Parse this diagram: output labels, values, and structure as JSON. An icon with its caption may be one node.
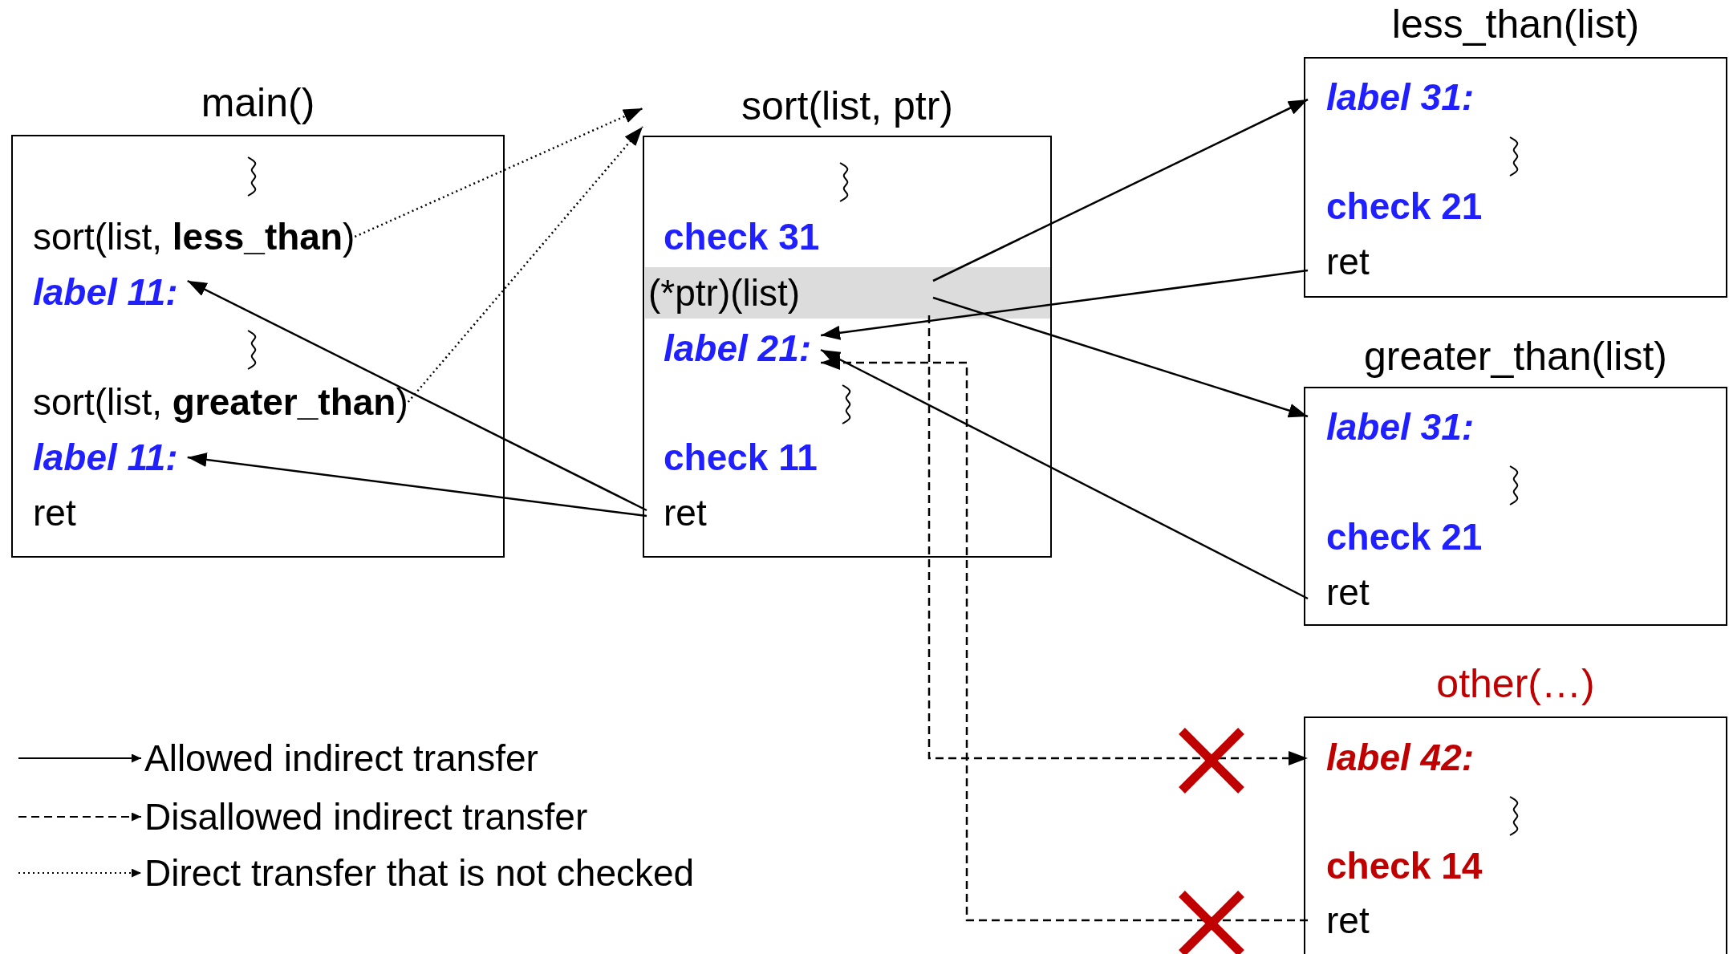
{
  "diagram": {
    "nodes": [
      {
        "text": [
          "main()"
        ]
      },
      {
        "text": [
          "sort(list, **less_than**)"
        ],
        "in": 0
      },
      {
        "text": [
          "label 11:"
        ],
        "in": 0
      },
      {
        "text": [
          "sort(list, **greater_than**)"
        ],
        "in": 0
      },
      {
        "text": [
          "label 11:"
        ],
        "in": 0
      },
      {
        "text": [
          "ret"
        ],
        "in": 0
      },
      {
        "text": [
          "sort(list, ptr)"
        ]
      },
      {
        "text": [
          "check 31"
        ],
        "in": 6
      },
      {
        "text": [
          "(*ptr)(list)"
        ],
        "in": 6
      },
      {
        "text": [
          "label 21:"
        ],
        "in": 6
      },
      {
        "text": [
          "check 11"
        ],
        "in": 6
      },
      {
        "text": [
          "ret"
        ],
        "in": 6
      },
      {
        "text": [
          "less_than(list)"
        ]
      },
      {
        "text": [
          "label 31:"
        ],
        "in": 12
      },
      {
        "text": [
          "check 21"
        ],
        "in": 12
      },
      {
        "text": [
          "ret"
        ],
        "in": 12
      },
      {
        "text": [
          "greater_than(list)"
        ]
      },
      {
        "text": [
          "label 31:"
        ],
        "in": 16
      },
      {
        "text": [
          "check 21"
        ],
        "in": 16
      },
      {
        "text": [
          "ret"
        ],
        "in": 16
      },
      {
        "text": [
          "other(…)"
        ]
      },
      {
        "text": [
          "label 42:"
        ],
        "in": 20
      },
      {
        "text": [
          "check 14"
        ],
        "in": 20
      },
      {
        "text": [
          "ret"
        ],
        "in": 20
      }
    ],
    "edges": [
      {
        "from": 1,
        "to": 6,
        "arrow": "to",
        "style": "dashed"
      },
      {
        "from": 3,
        "to": 6,
        "arrow": "to",
        "style": "dashed"
      },
      {
        "from": 11,
        "to": 2,
        "arrow": "to"
      },
      {
        "from": 11,
        "to": 4,
        "arrow": "to"
      },
      {
        "from": 8,
        "to": 13,
        "arrow": "to"
      },
      {
        "from": 8,
        "to": 17,
        "arrow": "to"
      },
      {
        "from": 15,
        "to": 9,
        "arrow": "to"
      },
      {
        "from": 19,
        "to": 9,
        "arrow": "to"
      },
      {
        "from": 8,
        "to": 21,
        "arrow": "to",
        "style": "dashed"
      },
      {
        "from": 23,
        "to": 9,
        "arrow": "to",
        "style": "dashed"
      }
    ],
    "legend": [
      {
        "text": "Allowed indirect transfer"
      },
      {
        "text": "Disallowed indirect transfer"
      },
      {
        "text": "Direct transfer that is not checked"
      }
    ]
  }
}
